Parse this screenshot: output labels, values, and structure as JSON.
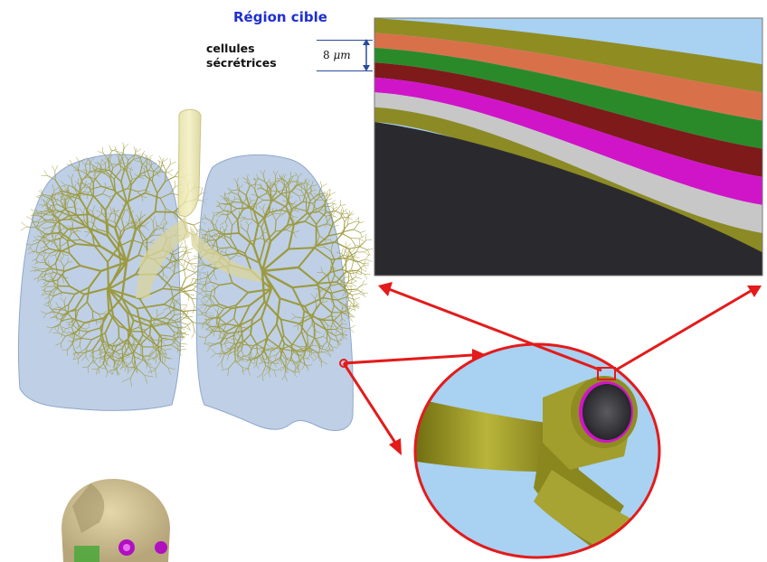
{
  "labels": {
    "region_title": "Région cible",
    "cells_line1": "cellules",
    "cells_line2": "sécrétrices",
    "thickness_number": "8",
    "thickness_unit": "μm"
  },
  "colors": {
    "title": "#1f2fd0",
    "arrows": "#e31b1b",
    "lung_tissue": "#a9bfdc",
    "airway_tree": "#9b9838",
    "sky_background": "#a8d1f2",
    "lumen": "#2a2a2e"
  },
  "layers_top_to_bottom": [
    {
      "color": "#8f8c22"
    },
    {
      "color": "#d8714a"
    },
    {
      "color": "#2a8a2a"
    },
    {
      "color": "#7e1a1a"
    },
    {
      "color": "#d015c8"
    },
    {
      "color": "#c7c7c7"
    },
    {
      "color": "#8c8a25"
    }
  ]
}
